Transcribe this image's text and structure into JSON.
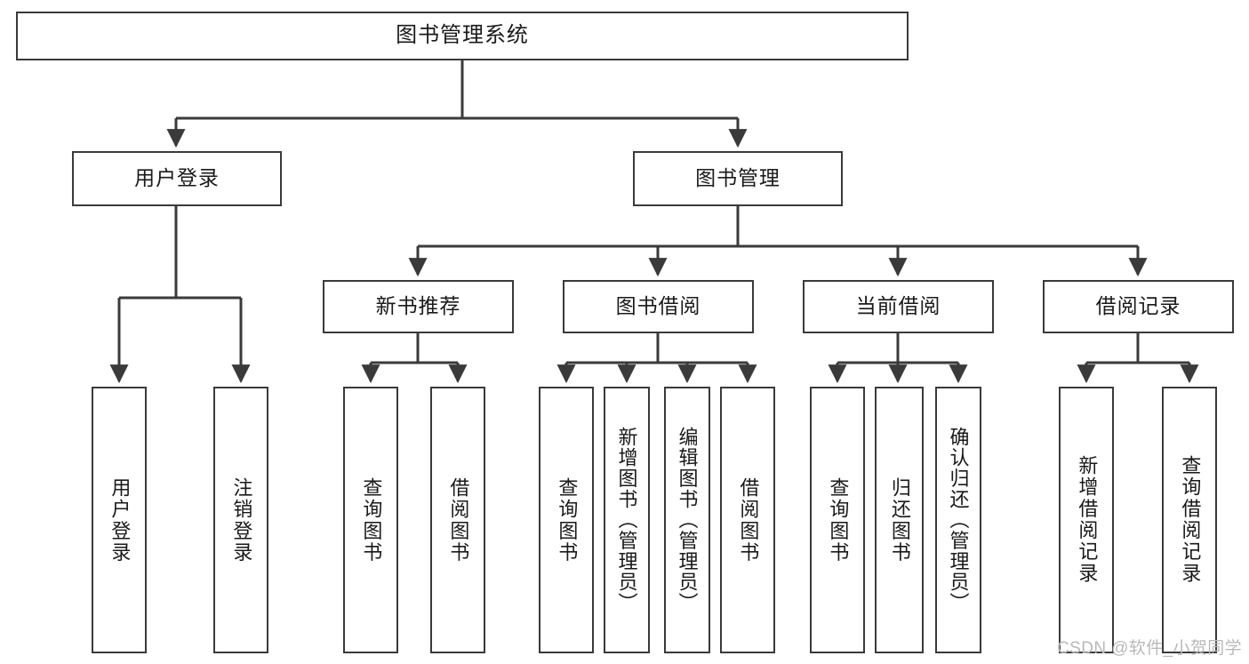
{
  "diagram": {
    "title": "图书管理系统",
    "type": "hierarchy-tree",
    "levels": 4
  },
  "root": {
    "label": "图书管理系统"
  },
  "level2": [
    {
      "label": "用户登录"
    },
    {
      "label": "图书管理"
    }
  ],
  "level3": [
    {
      "label": "新书推荐"
    },
    {
      "label": "图书借阅"
    },
    {
      "label": "当前借阅"
    },
    {
      "label": "借阅记录"
    }
  ],
  "leaves": {
    "user_login": [
      {
        "label": "用户登录"
      },
      {
        "label": "注销登录"
      }
    ],
    "new_book_recommend": [
      {
        "label": "查询图书"
      },
      {
        "label": "借阅图书"
      }
    ],
    "book_borrow": [
      {
        "label": "查询图书"
      },
      {
        "label": "新增图书（管理员）"
      },
      {
        "label": "编辑图书（管理员）"
      },
      {
        "label": "借阅图书"
      }
    ],
    "current_borrow": [
      {
        "label": "查询图书"
      },
      {
        "label": "归还图书"
      },
      {
        "label": "确认归还（管理员）"
      }
    ],
    "borrow_record": [
      {
        "label": "新增借阅记录"
      },
      {
        "label": "查询借阅记录"
      }
    ]
  },
  "watermark": {
    "text": "CSDN @软件_小贺同学"
  },
  "colors": {
    "stroke": "#3a3a3a",
    "background": "#ffffff",
    "text": "#1a1a1a",
    "watermark": "#b9b9b9"
  }
}
